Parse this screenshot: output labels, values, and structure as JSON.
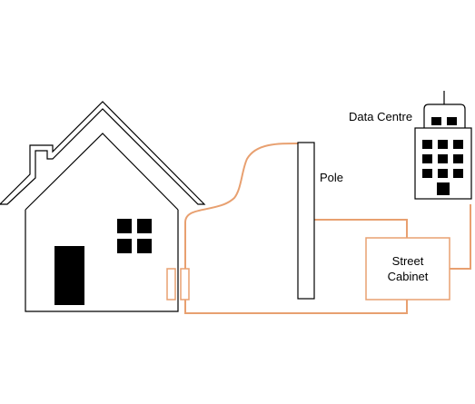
{
  "labels": {
    "data_centre": "Data Centre",
    "pole": "Pole",
    "street_cabinet_line1": "Street",
    "street_cabinet_line2": "Cabinet"
  },
  "colors": {
    "cable": "#e8a070",
    "outline": "#000000",
    "fill_dark": "#000000",
    "background": "#ffffff"
  },
  "icons": {
    "house": "house-icon",
    "data_centre": "office-building-icon",
    "pole": "telegraph-pole-icon",
    "street_cabinet": "street-cabinet-icon"
  }
}
